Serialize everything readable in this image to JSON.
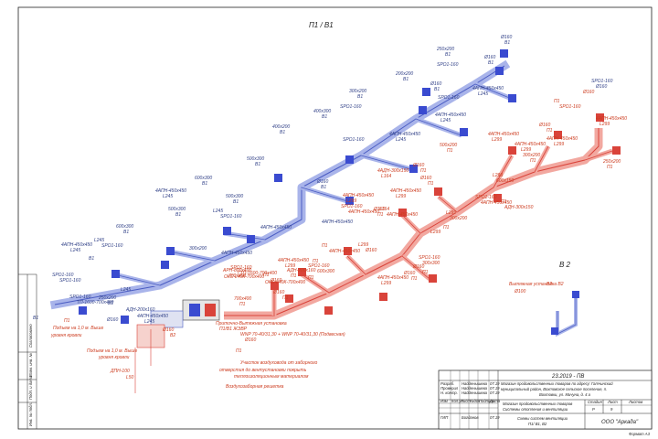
{
  "drawing": {
    "title_p1": "П1 / В1",
    "title_b2": "В 2"
  },
  "colors": {
    "supply_duct": "#d9433a",
    "supply_duct_light": "#f2a8a0",
    "exhaust_duct": "#4a5cc2",
    "exhaust_duct_light": "#a9b4ea",
    "equipment": "#3a4bd0",
    "label_red": "#cc3b1e",
    "label_blue": "#2f3f86",
    "frame": "#222222"
  },
  "labels": [
    {
      "t": "Ø160",
      "c": "blue"
    },
    {
      "t": "В1",
      "c": "blue"
    },
    {
      "t": "250x200",
      "c": "blue"
    },
    {
      "t": "В1",
      "c": "blue"
    },
    {
      "t": "Ø160",
      "c": "blue"
    },
    {
      "t": "В1",
      "c": "blue"
    },
    {
      "t": "SPO1-160",
      "c": "blue"
    },
    {
      "t": "200x200",
      "c": "blue"
    },
    {
      "t": "В1",
      "c": "blue"
    },
    {
      "t": "Ø160",
      "c": "blue"
    },
    {
      "t": "В1",
      "c": "blue"
    },
    {
      "t": "4АПН-450x450",
      "c": "blue"
    },
    {
      "t": "L245",
      "c": "blue"
    },
    {
      "t": "SPO1-160",
      "c": "blue"
    },
    {
      "t": "300x200",
      "c": "blue"
    },
    {
      "t": "В1",
      "c": "blue"
    },
    {
      "t": "4АПН-450x450",
      "c": "blue"
    },
    {
      "t": "L245",
      "c": "blue"
    },
    {
      "t": "400x300",
      "c": "blue"
    },
    {
      "t": "В1",
      "c": "blue"
    },
    {
      "t": "SPO1-160",
      "c": "blue"
    },
    {
      "t": "4АПН-450x450",
      "c": "blue"
    },
    {
      "t": "L245",
      "c": "blue"
    },
    {
      "t": "400x200",
      "c": "blue"
    },
    {
      "t": "В1",
      "c": "blue"
    },
    {
      "t": "SPO1-160",
      "c": "blue"
    },
    {
      "t": "500x300",
      "c": "blue"
    },
    {
      "t": "В1",
      "c": "blue"
    },
    {
      "t": "Ø160",
      "c": "blue"
    },
    {
      "t": "В1",
      "c": "blue"
    },
    {
      "t": "600x300",
      "c": "blue"
    },
    {
      "t": "В1",
      "c": "blue"
    },
    {
      "t": "4АПН-450x450",
      "c": "blue"
    },
    {
      "t": "L245",
      "c": "blue"
    },
    {
      "t": "500x300",
      "c": "blue"
    },
    {
      "t": "В1",
      "c": "blue"
    },
    {
      "t": "4АПН-450x450",
      "c": "blue"
    },
    {
      "t": "L245",
      "c": "blue"
    },
    {
      "t": "SPO1-160",
      "c": "blue"
    },
    {
      "t": "500x300",
      "c": "blue"
    },
    {
      "t": "В1",
      "c": "blue"
    },
    {
      "t": "600x300",
      "c": "blue"
    },
    {
      "t": "В1",
      "c": "blue"
    },
    {
      "t": "4АПН-450x450",
      "c": "blue"
    },
    {
      "t": "L245",
      "c": "blue"
    },
    {
      "t": "SPO1-160",
      "c": "blue"
    },
    {
      "t": "4АПН-450x450",
      "c": "blue"
    },
    {
      "t": "L245",
      "c": "blue"
    },
    {
      "t": "300x200",
      "c": "blue"
    },
    {
      "t": "В1",
      "c": "blue"
    },
    {
      "t": "SPO1-160",
      "c": "blue"
    },
    {
      "t": "SPO1-160",
      "c": "blue"
    },
    {
      "t": "250x200",
      "c": "blue"
    },
    {
      "t": "В1",
      "c": "blue"
    },
    {
      "t": "4АПН-450x450",
      "c": "blue"
    },
    {
      "t": "L245",
      "c": "blue"
    },
    {
      "t": "SPO1-160",
      "c": "blue"
    },
    {
      "t": "ТП-1600-700x400",
      "c": "blue"
    },
    {
      "t": "4АПН-450x450",
      "c": "blue"
    },
    {
      "t": "L245",
      "c": "blue"
    },
    {
      "t": "АДН-200x160",
      "c": "blue"
    },
    {
      "t": "В1",
      "c": "blue"
    },
    {
      "t": "Ø160",
      "c": "blue"
    },
    {
      "t": "SPO1-160",
      "c": "blue"
    },
    {
      "t": "Ø160",
      "c": "blue"
    },
    {
      "t": "Ø160",
      "c": "red"
    },
    {
      "t": "П1",
      "c": "red"
    },
    {
      "t": "SPO1-160",
      "c": "red"
    },
    {
      "t": "4АПН-450x450",
      "c": "red"
    },
    {
      "t": "L299",
      "c": "red"
    },
    {
      "t": "Ø160",
      "c": "red"
    },
    {
      "t": "П1",
      "c": "red"
    },
    {
      "t": "4АПН-450x450",
      "c": "red"
    },
    {
      "t": "L299",
      "c": "red"
    },
    {
      "t": "250x200",
      "c": "red"
    },
    {
      "t": "П1",
      "c": "red"
    },
    {
      "t": "4АПН-450x450",
      "c": "red"
    },
    {
      "t": "L299",
      "c": "red"
    },
    {
      "t": "300x200",
      "c": "red"
    },
    {
      "t": "П1",
      "c": "red"
    },
    {
      "t": "500x200",
      "c": "red"
    },
    {
      "t": "П1",
      "c": "red"
    },
    {
      "t": "4АПН-450x450",
      "c": "red"
    },
    {
      "t": "L299",
      "c": "red"
    },
    {
      "t": "Ø160",
      "c": "red"
    },
    {
      "t": "П1",
      "c": "red"
    },
    {
      "t": "4АПН-450x450",
      "c": "red"
    },
    {
      "t": "L299",
      "c": "red"
    },
    {
      "t": "4АДН-300x150",
      "c": "red"
    },
    {
      "t": "L164",
      "c": "red"
    },
    {
      "t": "Ø160",
      "c": "red"
    },
    {
      "t": "П1",
      "c": "red"
    },
    {
      "t": "SPO1-160",
      "c": "red"
    },
    {
      "t": "4АПН-450x450",
      "c": "red"
    },
    {
      "t": "L299",
      "c": "red"
    },
    {
      "t": "600x150",
      "c": "red"
    },
    {
      "t": "П1",
      "c": "red"
    },
    {
      "t": "АДН-300x150",
      "c": "red"
    },
    {
      "t": "L164",
      "c": "red"
    },
    {
      "t": "4АПН-450x450",
      "c": "red"
    },
    {
      "t": "L299",
      "c": "red"
    },
    {
      "t": "300x200",
      "c": "red"
    },
    {
      "t": "П1",
      "c": "red"
    },
    {
      "t": "SPO1-160",
      "c": "red"
    },
    {
      "t": "4АПН-450x450",
      "c": "red"
    },
    {
      "t": "L299",
      "c": "red"
    },
    {
      "t": "Ø160",
      "c": "red"
    },
    {
      "t": "П1",
      "c": "red"
    },
    {
      "t": "4АПН-450x450",
      "c": "red"
    },
    {
      "t": "L299",
      "c": "red"
    },
    {
      "t": "SPO1-160",
      "c": "red"
    },
    {
      "t": "300x300",
      "c": "red"
    },
    {
      "t": "П1",
      "c": "red"
    },
    {
      "t": "4АПН-450x450",
      "c": "red"
    },
    {
      "t": "L299",
      "c": "red"
    },
    {
      "t": "Ø160",
      "c": "red"
    },
    {
      "t": "П1",
      "c": "red"
    },
    {
      "t": "Ø160",
      "c": "red"
    },
    {
      "t": "П1",
      "c": "red"
    },
    {
      "t": "4АПН-450x450",
      "c": "red"
    },
    {
      "t": "L299",
      "c": "red"
    },
    {
      "t": "Ø160",
      "c": "red"
    },
    {
      "t": "П1",
      "c": "red"
    },
    {
      "t": "SPO1-160",
      "c": "red"
    },
    {
      "t": "600x300",
      "c": "red"
    },
    {
      "t": "П1",
      "c": "red"
    },
    {
      "t": "Ø160",
      "c": "red"
    },
    {
      "t": "П1",
      "c": "red"
    },
    {
      "t": "4АПН-450x450",
      "c": "red"
    },
    {
      "t": "L299",
      "c": "red"
    },
    {
      "t": "Ø160",
      "c": "red"
    },
    {
      "t": "П1",
      "c": "red"
    },
    {
      "t": "ОКС-L40К-700x400",
      "c": "red"
    },
    {
      "t": "700x400",
      "c": "red"
    },
    {
      "t": "П1",
      "c": "red"
    },
    {
      "t": "АДН-200x160",
      "c": "red"
    },
    {
      "t": "П1",
      "c": "red"
    },
    {
      "t": "ОКС-L40К-700x400",
      "c": "red"
    },
    {
      "t": "SPO1-160",
      "c": "red"
    },
    {
      "t": "ГТП-1600-700x400",
      "c": "red"
    },
    {
      "t": "Приточно-Вытяжная установка",
      "c": "red"
    },
    {
      "t": "П1/В1 ЖЭВР",
      "c": "red"
    },
    {
      "t": "WNP 70-40/31,30 + WNP 70-40/31,30 (Подвесная)",
      "c": "red"
    },
    {
      "t": "Ø160",
      "c": "red"
    },
    {
      "t": "П1",
      "c": "red"
    },
    {
      "t": "Участок воздуховода от заборного",
      "c": "red"
    },
    {
      "t": "отверстия до вентустановки покрыть",
      "c": "red"
    },
    {
      "t": "теплоизоляционным материалом",
      "c": "red"
    },
    {
      "t": "Воздухозаборная решетка",
      "c": "red"
    },
    {
      "t": "АРН-800x400",
      "c": "red"
    },
    {
      "t": "700x400",
      "c": "red"
    },
    {
      "t": "П1",
      "c": "red"
    },
    {
      "t": "Подъем на 1,0 м. Выше",
      "c": "red"
    },
    {
      "t": "уровня кровли",
      "c": "red"
    },
    {
      "t": "Подъем на 1,0 м. Выше",
      "c": "red"
    },
    {
      "t": "уровня кровли",
      "c": "red"
    },
    {
      "t": "Ø160",
      "c": "red"
    },
    {
      "t": "В2",
      "c": "red"
    },
    {
      "t": "ДПН-100",
      "c": "red"
    },
    {
      "t": "L50",
      "c": "red"
    },
    {
      "t": "Вытяжная установка В2",
      "c": "red"
    },
    {
      "t": "Ø100",
      "c": "red"
    },
    {
      "t": "В2",
      "c": "red"
    }
  ],
  "stamp": {
    "doc_number": "23.2019 - ПВ",
    "object_line1": "Магазин продовольственных товаров по адресу: Гатчинский",
    "object_line2": "муниципальный район, Вохтовское сельское поселение, п.",
    "object_line3": "Вохтовки, ул. Мичуна, д. 4 а",
    "part_line1": "Магазин продовольственных товаров",
    "part_line2": "Системы отопления и вентиляции",
    "sheet_title_line1": "Схемы систем вентиляции",
    "sheet_title_line2": "П1/ В1, В2",
    "org": "ООО \"Аркада\"",
    "col_stage": "Стадия",
    "col_sheet": "Лист",
    "col_sheets": "Листов",
    "stage_value": "Р",
    "sheet_value": "9",
    "row_izm": "Изм",
    "row_kol": "Кол.уч",
    "row_list": "Лист",
    "row_ndok": "№док",
    "row_podp": "Подпись",
    "row_data": "Дата",
    "role_razrab": "Разраб.",
    "role_prov": "Проверил",
    "role_nkontr": "Н. контр.",
    "role_gip": "ГИП",
    "name_1": "Найденышева",
    "name_2": "Найденышева",
    "name_3": "Найденышева",
    "name_4": "Богданов",
    "date_1": "07.19",
    "date_2": "07.19",
    "date_3": "07.19",
    "date_4": "07.19",
    "format": "Формат А3"
  },
  "margin": {
    "col1": "Согласовано",
    "col2": "Взам. инв. №",
    "col3": "Подп. и дата",
    "col4": "Инв. № подл."
  }
}
